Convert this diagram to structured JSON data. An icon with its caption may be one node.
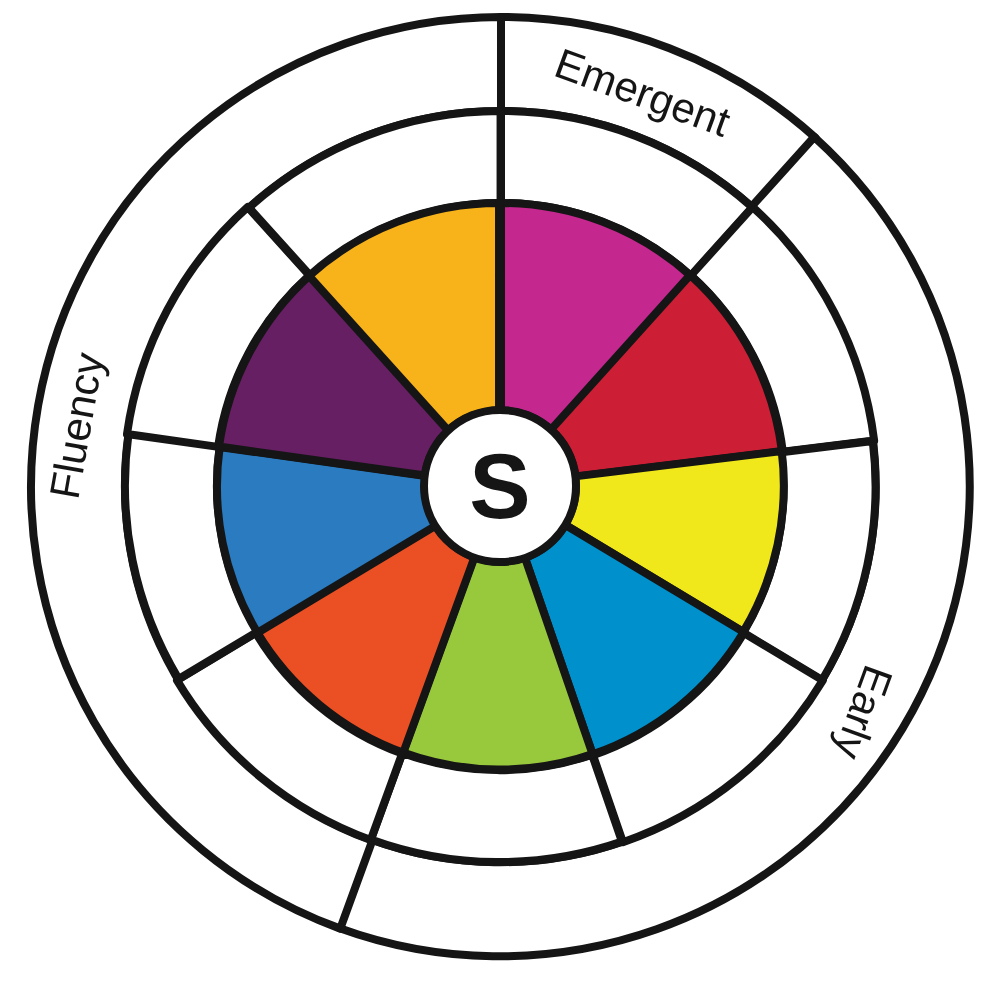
{
  "diagram": {
    "nodes": [
      {
        "text": [
          "Emergent"
        ]
      },
      {
        "text": [
          "Early"
        ]
      },
      {
        "text": [
          "Fluency"
        ]
      },
      {
        "text": [],
        "shape": "arc"
      },
      {
        "text": [],
        "shape": "arc"
      },
      {
        "text": [],
        "shape": "arc"
      },
      {
        "text": [],
        "shape": "arc"
      },
      {
        "text": [],
        "shape": "arc"
      },
      {
        "text": [],
        "shape": "arc"
      },
      {
        "text": [],
        "shape": "arc"
      },
      {
        "text": [],
        "shape": "arc"
      },
      {
        "text": [],
        "shape": "arc"
      },
      {
        "text": [],
        "shape": "wedge"
      },
      {
        "text": [],
        "shape": "wedge"
      },
      {
        "text": [],
        "shape": "wedge"
      },
      {
        "text": [],
        "shape": "wedge"
      },
      {
        "text": [],
        "shape": "wedge"
      },
      {
        "text": [],
        "shape": "wedge"
      },
      {
        "text": [],
        "shape": "wedge"
      },
      {
        "text": [],
        "shape": "wedge"
      },
      {
        "text": [],
        "shape": "wedge"
      },
      {
        "text": [
          "S"
        ]
      }
    ]
  }
}
